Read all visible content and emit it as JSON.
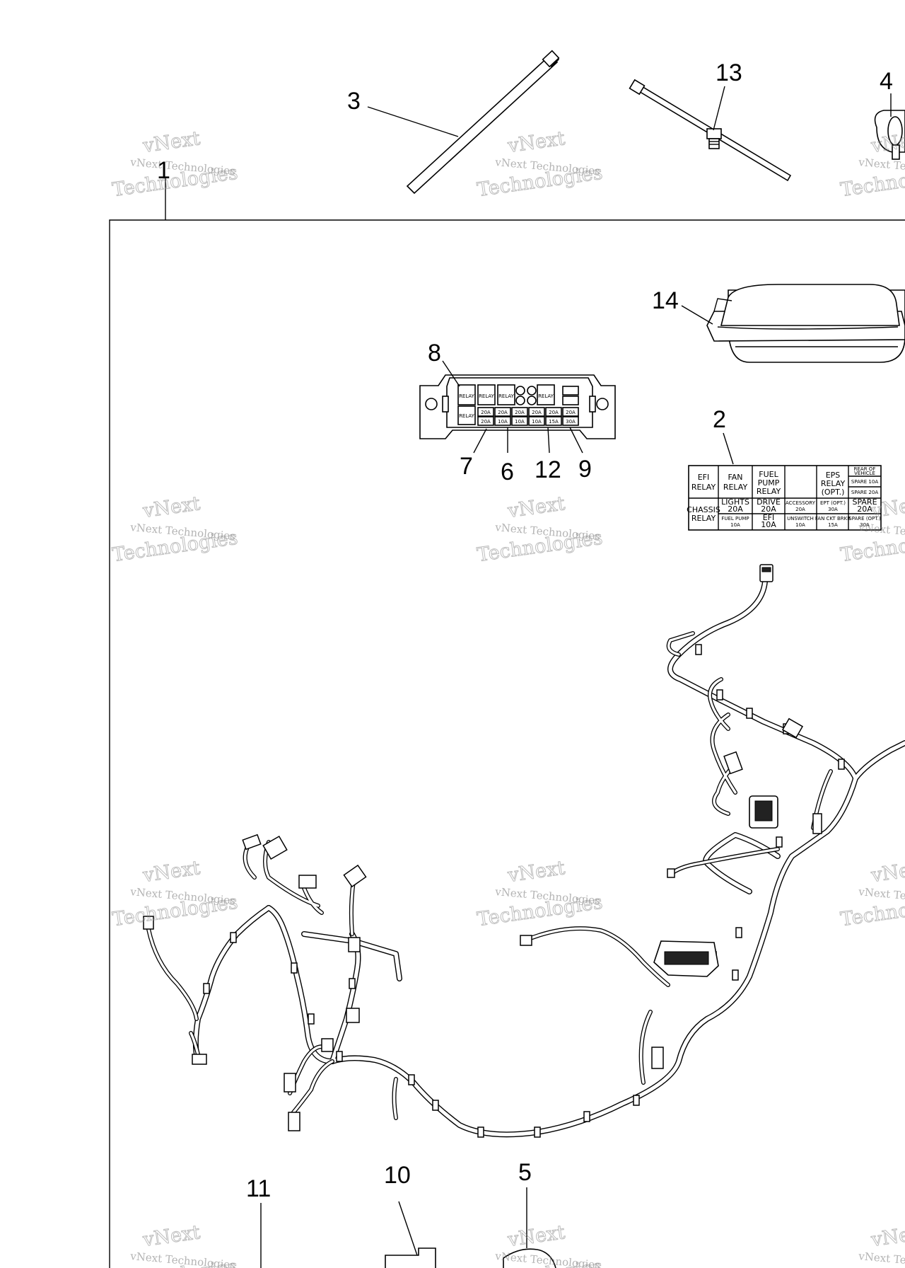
{
  "callouts": {
    "c1": "1",
    "c2": "2",
    "c3": "3",
    "c4": "4",
    "c5": "5",
    "c6": "6",
    "c7": "7",
    "c8": "8",
    "c9": "9",
    "c10": "10",
    "c11": "11",
    "c12": "12",
    "c13": "13",
    "c14": "14"
  },
  "watermark": {
    "line1": "vNext Technologies",
    "line2": "Technologies",
    "line3": "vNext"
  },
  "fuse_label": {
    "r1": [
      "EFI",
      "RELAY",
      "FAN",
      "RELAY",
      "FUEL",
      "PUMP",
      "RELAY",
      "EPS",
      "RELAY",
      "(OPT.)"
    ],
    "rear": [
      "REAR OF",
      "VEHICLE"
    ],
    "spare10": "SPARE 10A",
    "spare20": "SPARE 20A",
    "chassis": [
      "CHASSIS",
      "RELAY"
    ],
    "lights": [
      "LIGHTS",
      "20A"
    ],
    "drive": [
      "DRIVE",
      "20A"
    ],
    "accessory": [
      "ACCESSORY",
      "20A"
    ],
    "ept": [
      "EPT (OPT.)",
      "30A"
    ],
    "spare20b": [
      "SPARE",
      "20A"
    ],
    "fuelpump": [
      "FUEL PUMP",
      "10A"
    ],
    "efi": [
      "EFI",
      "10A"
    ],
    "unswitch": [
      "UNSWITCH",
      "10A"
    ],
    "fanckt": [
      "FAN CKT BRKR",
      "15A"
    ],
    "spareopt": [
      "SPARE (OPT.)",
      "30A"
    ]
  },
  "relay_box": {
    "small": [
      "RELAY",
      "RELAY",
      "RELAY",
      "RELAY",
      "RELAY",
      "20A",
      "20A",
      "20A",
      "20A",
      "20A",
      "20A",
      "20A",
      "10A",
      "10A",
      "10A",
      "15A",
      "30A"
    ]
  }
}
